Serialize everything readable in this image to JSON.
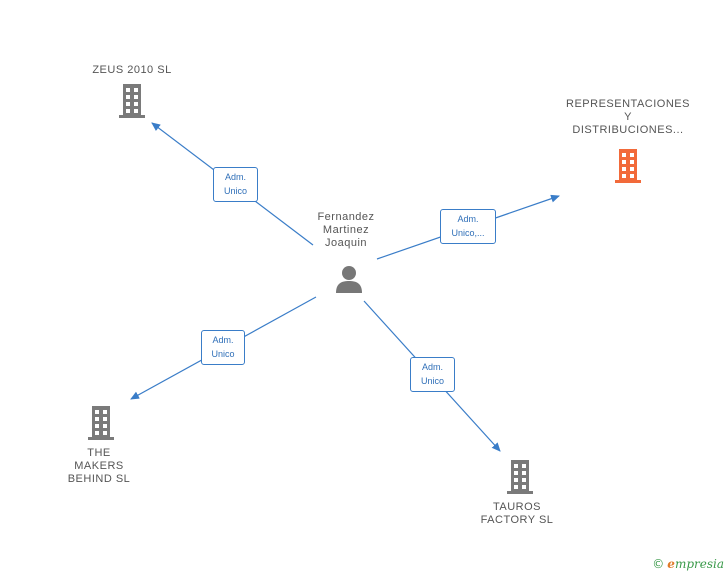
{
  "center": {
    "name": "Fernandez\nMartinez\nJoaquin",
    "icon": "person-icon"
  },
  "companies": {
    "zeus": {
      "name": "ZEUS 2010  SL",
      "icon": "building-icon",
      "color": "#7a7a7a"
    },
    "representaciones": {
      "name": "REPRESENTACIONES\nY\nDISTRIBUCIONES...",
      "icon": "building-icon",
      "color": "#f26a3a"
    },
    "makers": {
      "name": "THE\nMAKERS\nBEHIND  SL",
      "icon": "building-icon",
      "color": "#7a7a7a"
    },
    "tauros": {
      "name": "TAUROS\nFACTORY  SL",
      "icon": "building-icon",
      "color": "#7a7a7a"
    }
  },
  "edges": {
    "zeus": {
      "line1": "Adm.",
      "line2": "Unico"
    },
    "representaciones": {
      "line1": "Adm.",
      "line2": "Unico,..."
    },
    "makers": {
      "line1": "Adm.",
      "line2": "Unico"
    },
    "tauros": {
      "line1": "Adm.",
      "line2": "Unico"
    }
  },
  "colors": {
    "edge": "#3a7dc8",
    "text": "#555555",
    "person": "#777777"
  },
  "footer": {
    "copyright": "©",
    "brand_e": "e",
    "brand_rest": "mpresia"
  }
}
